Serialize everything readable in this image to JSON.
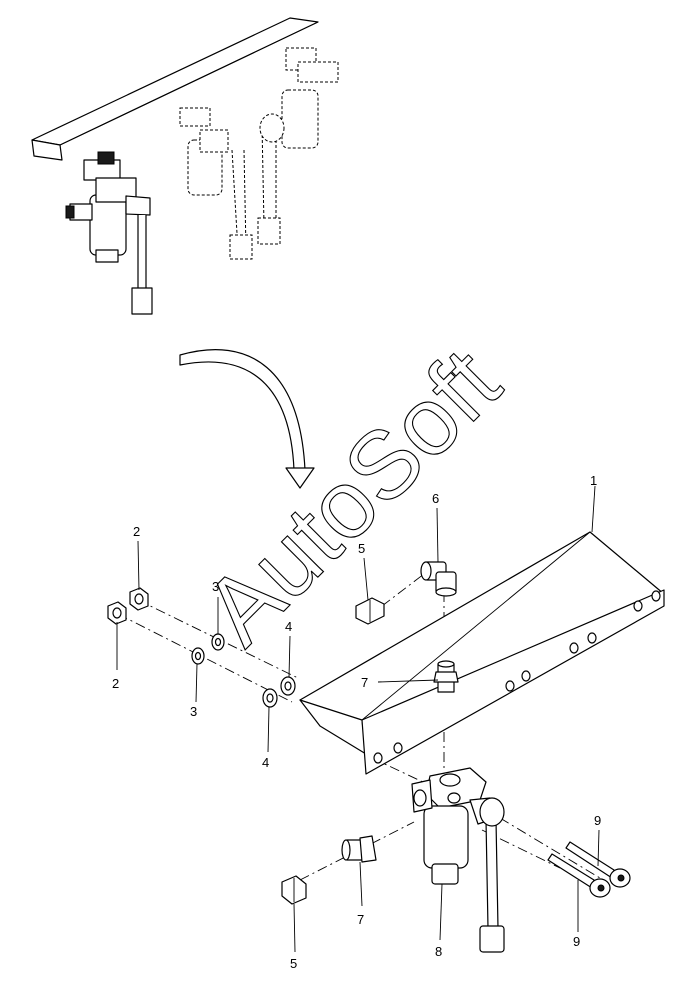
{
  "callouts": {
    "c1": "1",
    "c2a": "2",
    "c2b": "2",
    "c3a": "3",
    "c3b": "3",
    "c4a": "4",
    "c4b": "4",
    "c5a": "5",
    "c5b": "5",
    "c6": "6",
    "c7a": "7",
    "c7b": "7",
    "c8": "8",
    "c9a": "9",
    "c9b": "9"
  },
  "watermark": "AutoSoft"
}
